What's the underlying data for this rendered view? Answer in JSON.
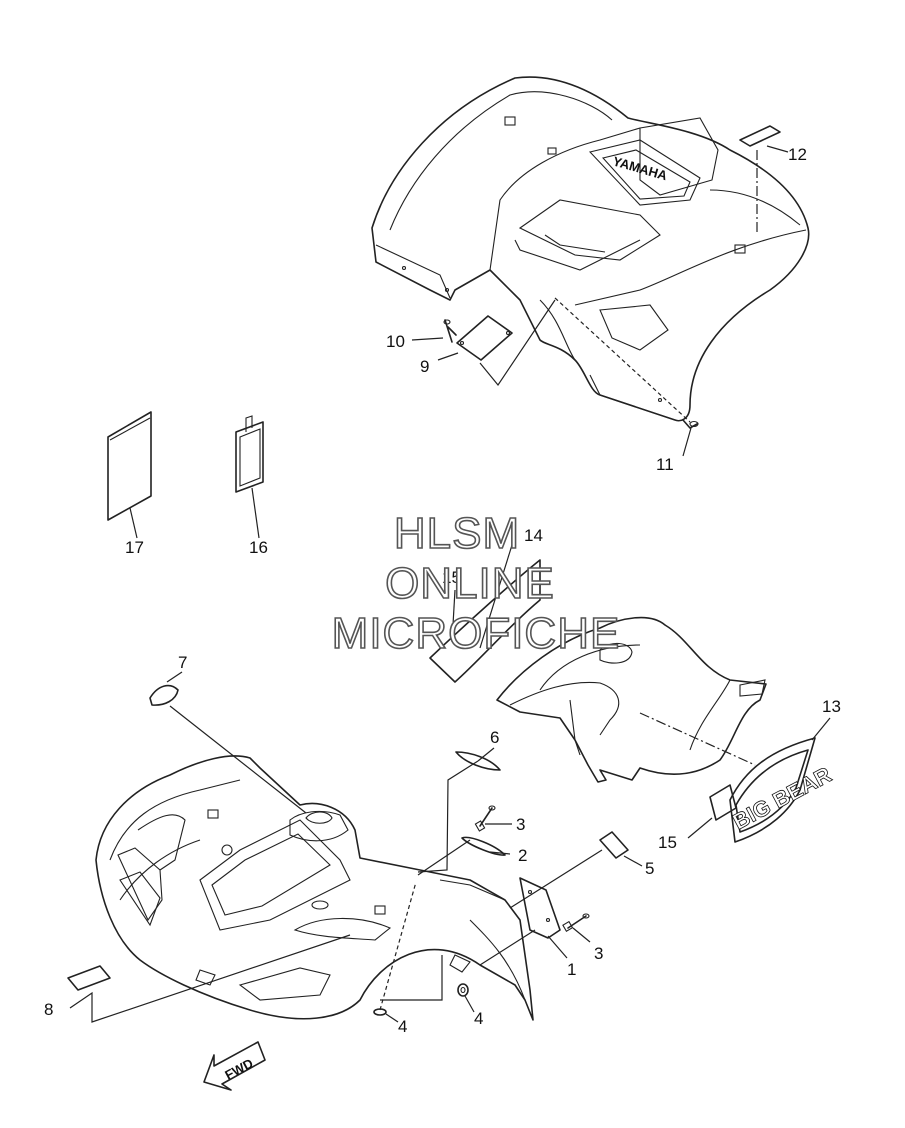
{
  "watermark": {
    "line1": "HLSM",
    "line2": "ONLINE",
    "line3": "MICROFICHE"
  },
  "callouts": {
    "c1": "1",
    "c2": "2",
    "c3a": "3",
    "c3b": "3",
    "c4a": "4",
    "c4b": "4",
    "c5": "5",
    "c6": "6",
    "c7": "7",
    "c8": "8",
    "c9": "9",
    "c10": "10",
    "c11": "11",
    "c12": "12",
    "c13": "13",
    "c14": "14",
    "c15a": "15",
    "c15b": "15",
    "c16": "16",
    "c17": "17"
  },
  "emblem_text": "YAMAHA",
  "decal_text": "BIG BEAR",
  "fwd_label": "FWD"
}
